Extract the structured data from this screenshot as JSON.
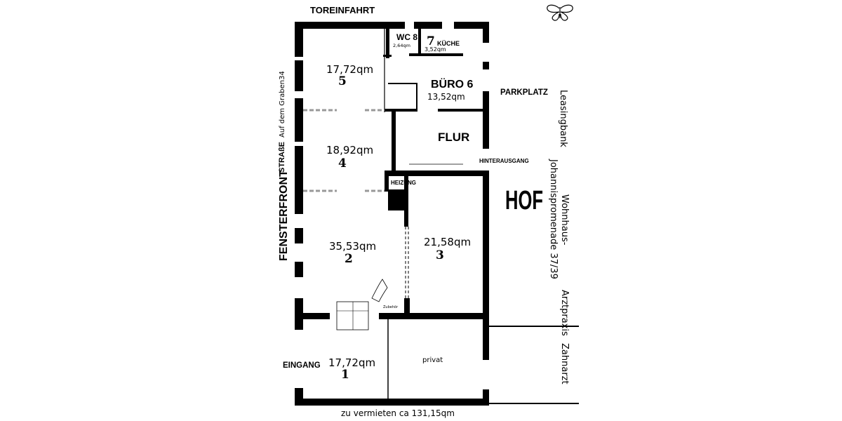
{
  "labels": {
    "toreinfahrt": "TOREINFAHRT",
    "parkplatz": "PARKPLATZ",
    "hinterausgang": "HINTERAUSGANG",
    "hof": "HOF",
    "eingang": "EINGANG",
    "fensterfront": "FENSTERFRONT",
    "strasse": "STRAßE",
    "address": "Auf dem Graben34",
    "footer": "zu vermieten ca 131,15qm"
  },
  "neighbors": {
    "leasingbank": "Leasingbank",
    "wohnhaus_line1": "Wohnhaus-",
    "wohnhaus_line2": "Johannispromenade 37/39",
    "arztpraxis": "Arztpraxis",
    "zahnarzt": "Zahnarzt"
  },
  "rooms": {
    "r1": {
      "area": "17,72qm",
      "number": "1"
    },
    "r2": {
      "area": "35,53qm",
      "number": "2"
    },
    "r3": {
      "area": "21,58qm",
      "number": "3"
    },
    "r4": {
      "area": "18,92qm",
      "number": "4"
    },
    "r5": {
      "area": "17,72qm",
      "number": "5"
    },
    "r6": {
      "name": "BÜRO 6",
      "area": "13,52qm"
    },
    "r7": {
      "number": "7",
      "name": "KÜCHE",
      "area": "3,52qm"
    },
    "r8": {
      "name": "WC 8",
      "area": "2,64qm"
    },
    "flur": {
      "name": "FLUR"
    },
    "heizung": {
      "name": "HEIZUNG"
    },
    "privat": {
      "name": "privat"
    },
    "zubehoer": "Zubehör"
  },
  "logo": "butterfly-icon"
}
